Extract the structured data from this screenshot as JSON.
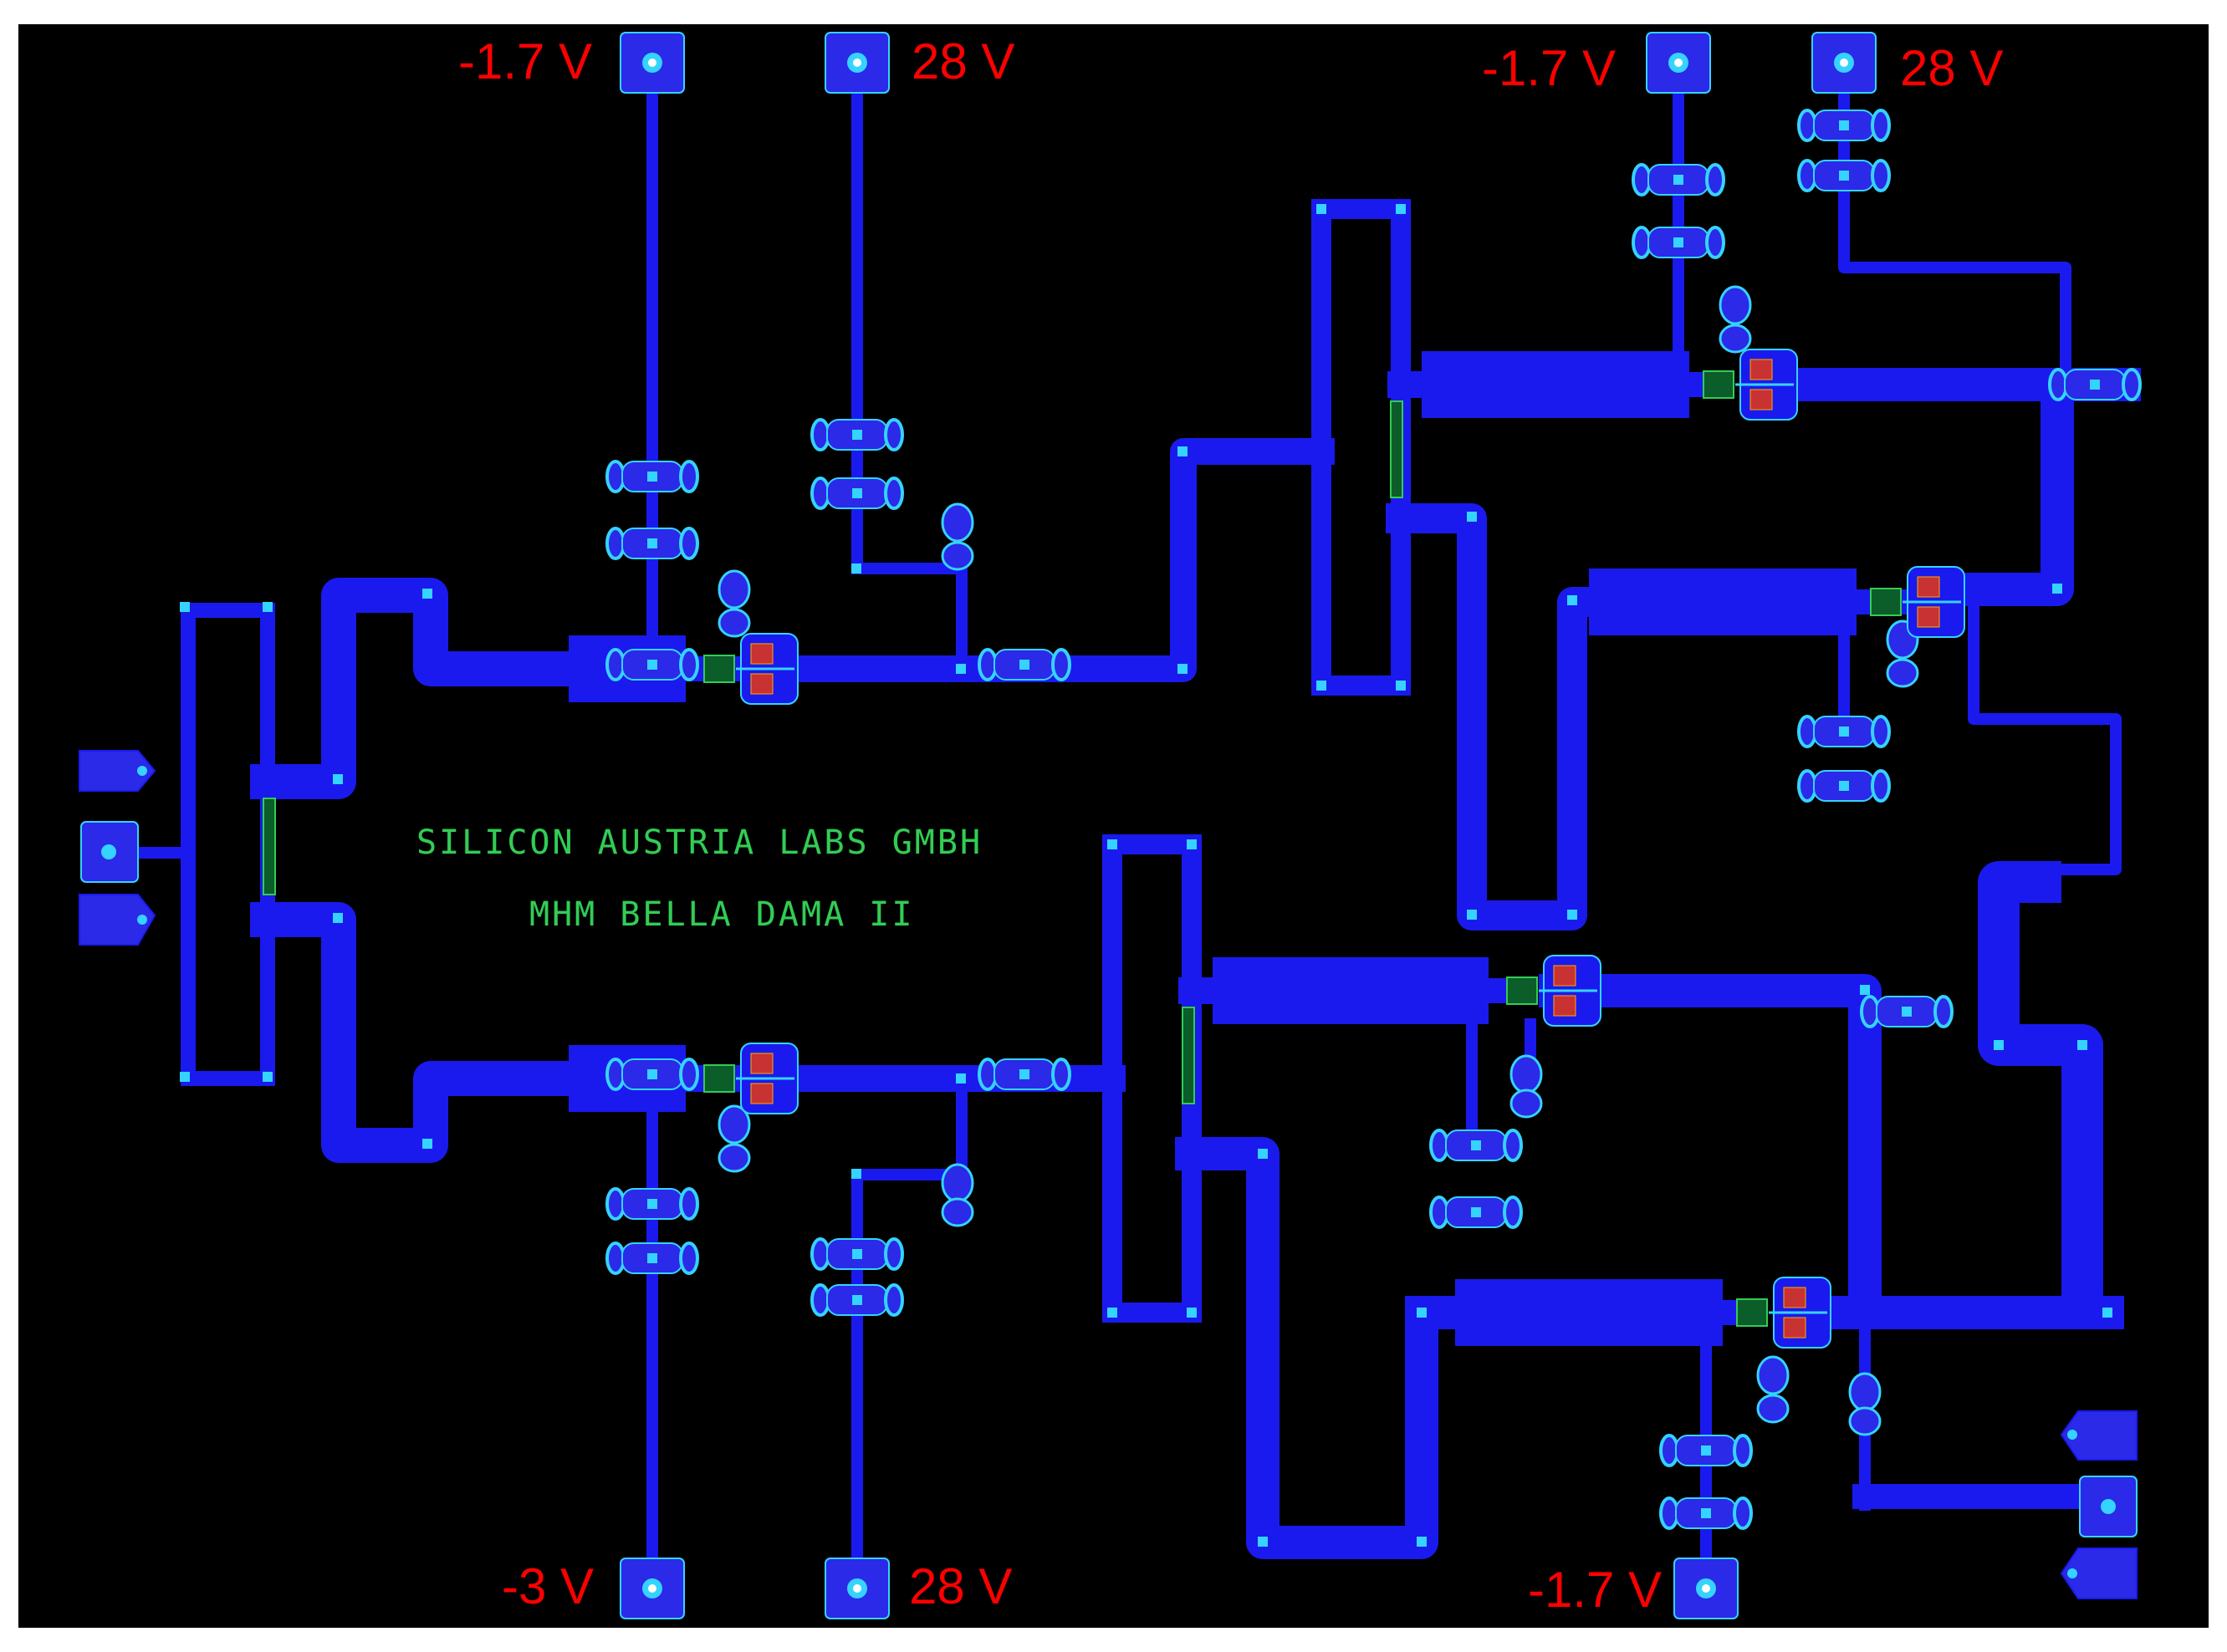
{
  "layout": {
    "company": "SILICON AUSTRIA LABS GMBH",
    "chip_name": "MHM BELLA DAMA II"
  },
  "supplies": [
    {
      "id": "top-left-gate",
      "label": "-1.7 V"
    },
    {
      "id": "top-left-drain",
      "label": "28 V"
    },
    {
      "id": "top-right-gate",
      "label": "-1.7 V"
    },
    {
      "id": "top-right-drain",
      "label": "28 V"
    },
    {
      "id": "bottom-left-gate",
      "label": "-3 V"
    },
    {
      "id": "bottom-left-drain",
      "label": "28 V"
    },
    {
      "id": "bottom-right-gate",
      "label": "-1.7 V"
    }
  ],
  "colors": {
    "background": "#000000",
    "frame": "#ffffff",
    "trace": "#1a1aee",
    "pad": "#2626e6",
    "via": "#22c8ff",
    "text_green": "#33cc55",
    "capacitor": "#d02a2a",
    "supply_label": "#ff0000"
  }
}
